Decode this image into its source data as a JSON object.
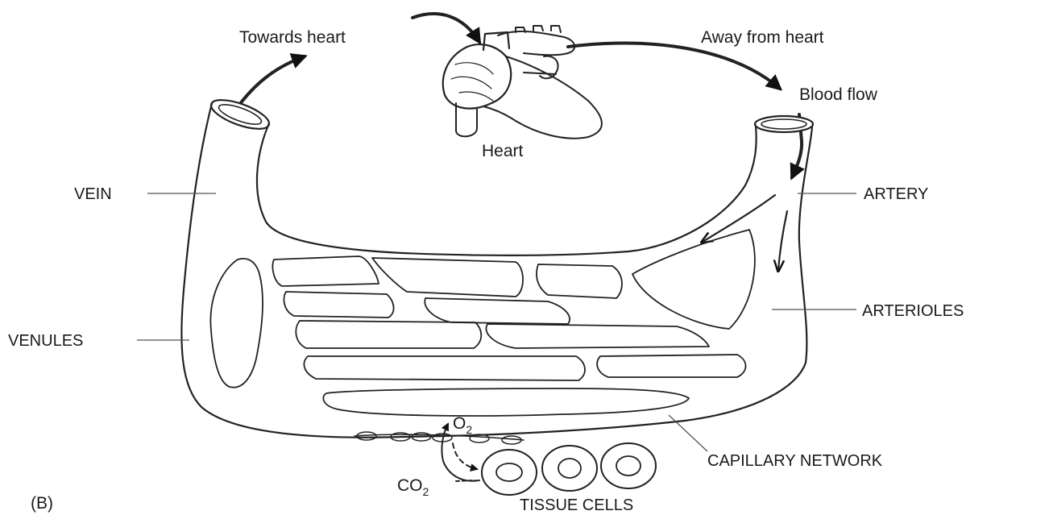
{
  "labels": {
    "towards_heart": "Towards heart",
    "away_from_heart": "Away from heart",
    "blood_flow": "Blood flow",
    "heart": "Heart",
    "vein": "VEIN",
    "artery": "ARTERY",
    "arterioles": "ARTERIOLES",
    "venules": "VENULES",
    "capillary_network": "CAPILLARY NETWORK",
    "o2_base": "O",
    "o2_sub": "2",
    "co2_base": "CO",
    "co2_sub": "2",
    "tissue_cells": "TISSUE CELLS",
    "panel": "(B)"
  }
}
